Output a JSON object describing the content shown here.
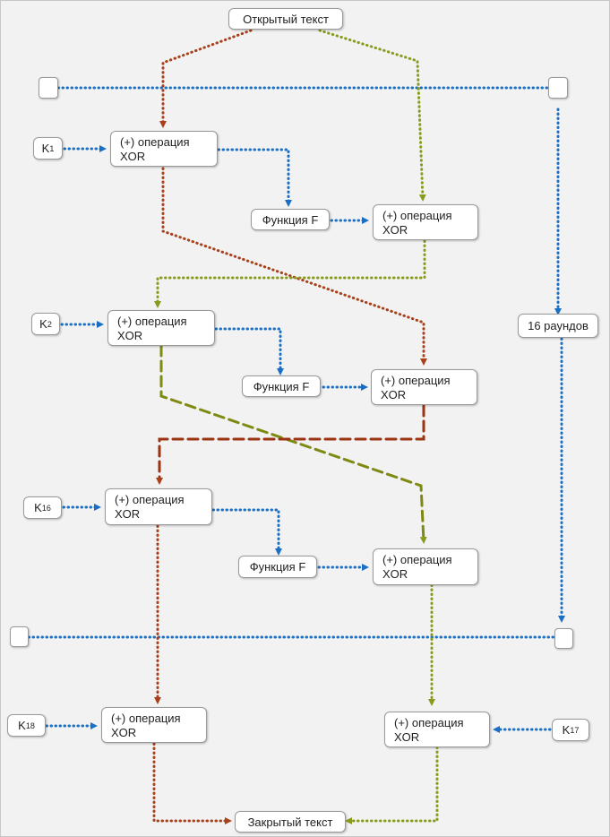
{
  "nodes": {
    "plaintext": "Открытый текст",
    "ciphertext": "Закрытый текст",
    "rounds": "16 раундов",
    "xor_line1": "(+) операция",
    "xor_line2": "XOR",
    "func": "Функция F",
    "key_prefix": "K",
    "k1": "1",
    "k2": "2",
    "k16": "16",
    "k17": "17",
    "k18": "18"
  },
  "colors": {
    "blue": "#1a6fc4",
    "red": "#a8401c",
    "olive": "#8a9a1c",
    "box_border": "#9a9a9a"
  }
}
